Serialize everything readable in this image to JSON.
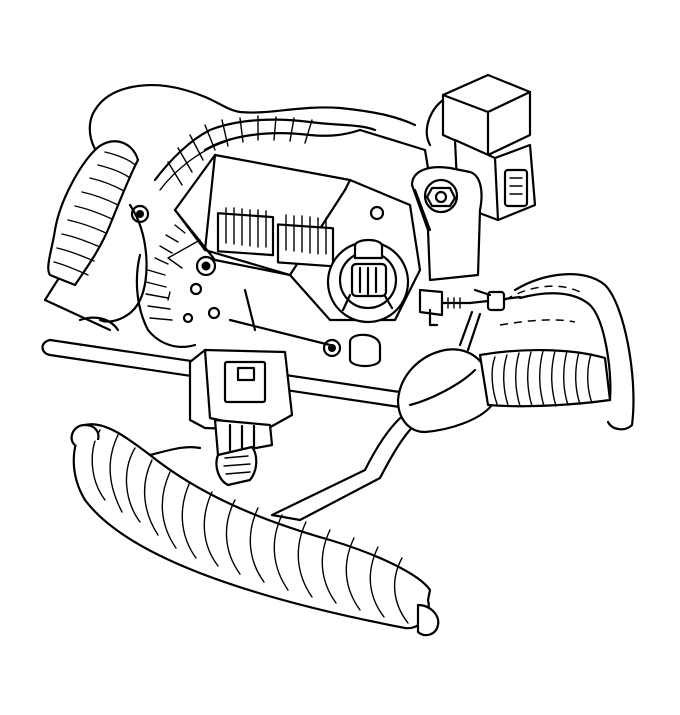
{
  "figure": {
    "kind": "line-art illustration",
    "subject": "alternator-connector-and-harness",
    "colors": {
      "stroke": "#000000",
      "background": "#ffffff"
    },
    "parts": [
      "alternator-housing-outline",
      "alternator-cooling-fins",
      "voltage-regulator-cover",
      "regulator-vent-grilles",
      "round-regulator-connector",
      "mounting-nuts",
      "relay-module",
      "mounting-bracket",
      "bracket-bolt",
      "battery-terminal-stud",
      "support-rod",
      "wire-harness-corrugated-conduit",
      "harness-boot",
      "harness-connector-plug",
      "dashed-hidden-hose",
      "right-harness-tube"
    ]
  }
}
